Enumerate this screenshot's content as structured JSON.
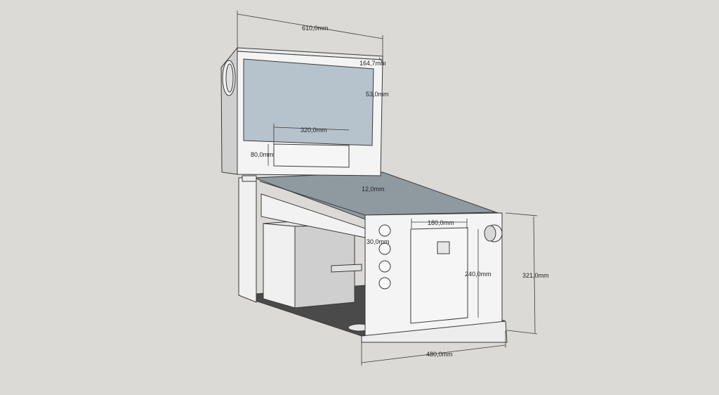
{
  "colors": {
    "background": "#dcdad6",
    "body_face": "#f4f4f4",
    "body_side": "#c9c9c9",
    "edge": "#3a3a3a",
    "screen": "#b6c2cc",
    "glass": "#8f9aa0",
    "floor": "#4a4a4a",
    "dimension_line": "#3a3a3a"
  },
  "dimensions": {
    "backbox_width": "610,0mm",
    "backbox_depth": "164,7mm",
    "screen_height": "53,0mm",
    "dmd_width": "320,0mm",
    "dmd_height": "80,0mm",
    "glass_offset": "12,0mm",
    "button_spacing": "30,0mm",
    "door_width": "180,0mm",
    "door_height": "240,0mm",
    "cabinet_height": "321,0mm",
    "cabinet_width": "480,0mm"
  },
  "parts": {
    "side_speaker": "side-speaker-icon",
    "coin_slot": "coin-slot-icon",
    "start_button": "start-button-icon",
    "front_buttons": 4
  }
}
